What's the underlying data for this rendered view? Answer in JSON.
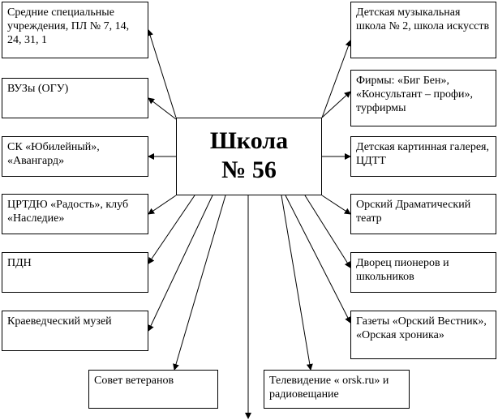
{
  "center": {
    "label": "Школа\n№ 56"
  },
  "left_boxes": [
    "Средние специальные учреждения, ПЛ № 7, 14, 24, 31, 1",
    "ВУЗы (ОГУ)",
    "СК «Юбилейный», «Авангард»",
    "ЦРТДЮ «Радость», клуб «Наследие»",
    "ПДН",
    "Краеведческий музей"
  ],
  "right_boxes": [
    "Детская музыкальная школа № 2, школа искусств",
    "Фирмы: «Биг Бен», «Консультант – профи», турфирмы",
    "Детская картинная галерея, ЦДТТ",
    "Орский Драматический театр",
    "Дворец пионеров и школьников",
    "Газеты «Орский Вестник», «Орская хроника»"
  ],
  "bottom_boxes": [
    "Совет ветеранов",
    "Телевидение « orsk.ru» и радиовещание"
  ],
  "colors": {
    "line": "#000000",
    "box_border": "#000000",
    "background": "#ffffff"
  }
}
